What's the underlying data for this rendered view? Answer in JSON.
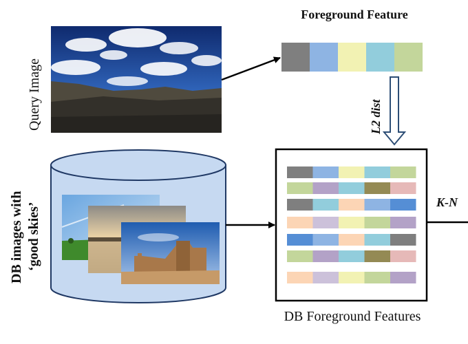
{
  "labels": {
    "query_image": "Query Image",
    "db_images_line1": "DB images with",
    "db_images_line2": "‘good skies’",
    "foreground_feature": "Foreground Feature",
    "l2_dist": "L2 dist",
    "db_foreground_features": "DB Foreground Features",
    "knn": "K-N"
  },
  "colors": {
    "gray": "#7f7f7f",
    "blue": "#8eb4e3",
    "yellow": "#f2f2b3",
    "cyan": "#92cddc",
    "green": "#c3d69b",
    "purple": "#b3a2c7",
    "pink": "#e6b9b8",
    "olive": "#948a54",
    "peach": "#fcd5b5",
    "lavender": "#ccc1da",
    "royal": "#558ed5",
    "cylinder": "#c6d9f1",
    "arrow_outline": "#2c4d75"
  },
  "query_feature": [
    "gray",
    "blue",
    "yellow",
    "cyan",
    "green"
  ],
  "db_features": [
    [
      "gray",
      "blue",
      "yellow",
      "cyan",
      "green"
    ],
    [
      "green",
      "purple",
      "cyan",
      "olive",
      "pink"
    ],
    [
      "gray",
      "cyan",
      "peach",
      "blue",
      "royal"
    ],
    [
      "peach",
      "lavender",
      "yellow",
      "green",
      "purple"
    ],
    [
      "royal",
      "blue",
      "peach",
      "cyan",
      "gray"
    ],
    [
      "green",
      "purple",
      "cyan",
      "olive",
      "pink"
    ],
    [
      "peach",
      "lavender",
      "yellow",
      "green",
      "purple"
    ]
  ]
}
